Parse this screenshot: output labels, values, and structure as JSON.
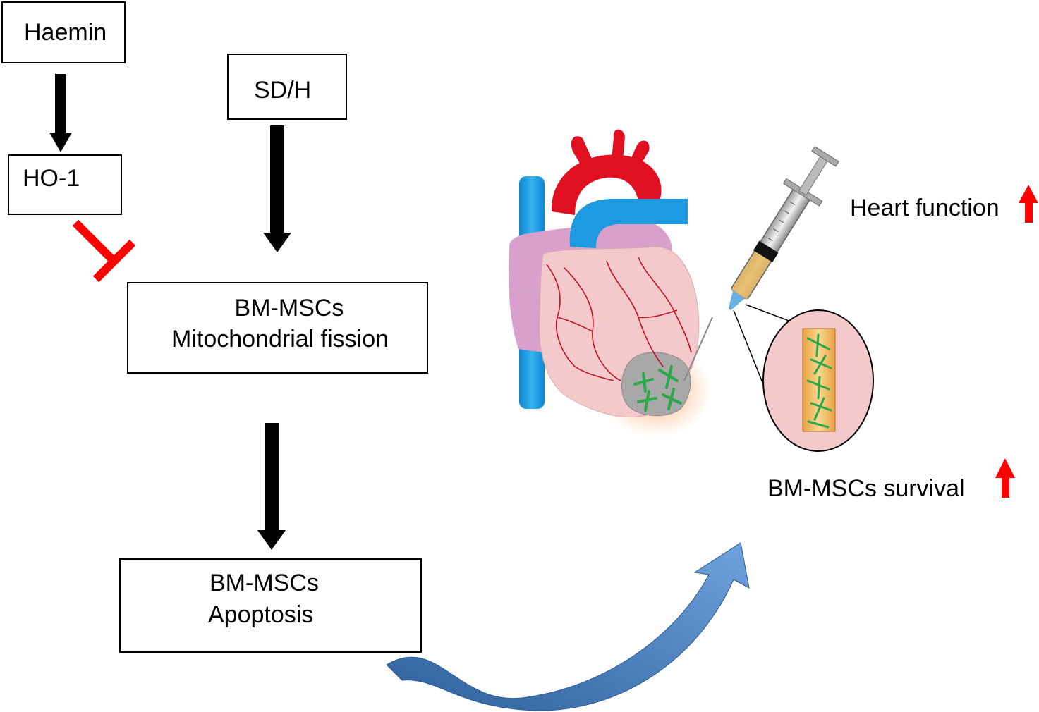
{
  "boxes": {
    "haemin": {
      "label": "Haemin"
    },
    "sdh": {
      "label": "SD/H"
    },
    "ho1": {
      "label": "HO-1"
    },
    "fission": {
      "line1": "BM-MSCs",
      "line2": "Mitochondrial fission"
    },
    "apoptosis": {
      "line1": "BM-MSCs",
      "line2": "Apoptosis"
    }
  },
  "outcomes": {
    "heart_function": "Heart function",
    "survival": "BM-MSCs survival"
  },
  "colors": {
    "increase_arrow": "#ff0000",
    "inhibit": "#ff0000",
    "flow_arrow": "#000000",
    "curve_arrow": "#4a7fbd",
    "vein": "#1e9be0",
    "aorta": "#e01020",
    "atrium": "#d9a0cc",
    "ventricle": "#f4c9cc",
    "infarct": "#a8a8a8",
    "cells": "#2aa84a"
  },
  "icons": [
    "heart-illustration",
    "syringe-icon",
    "stem-cell-zoom-icon"
  ]
}
